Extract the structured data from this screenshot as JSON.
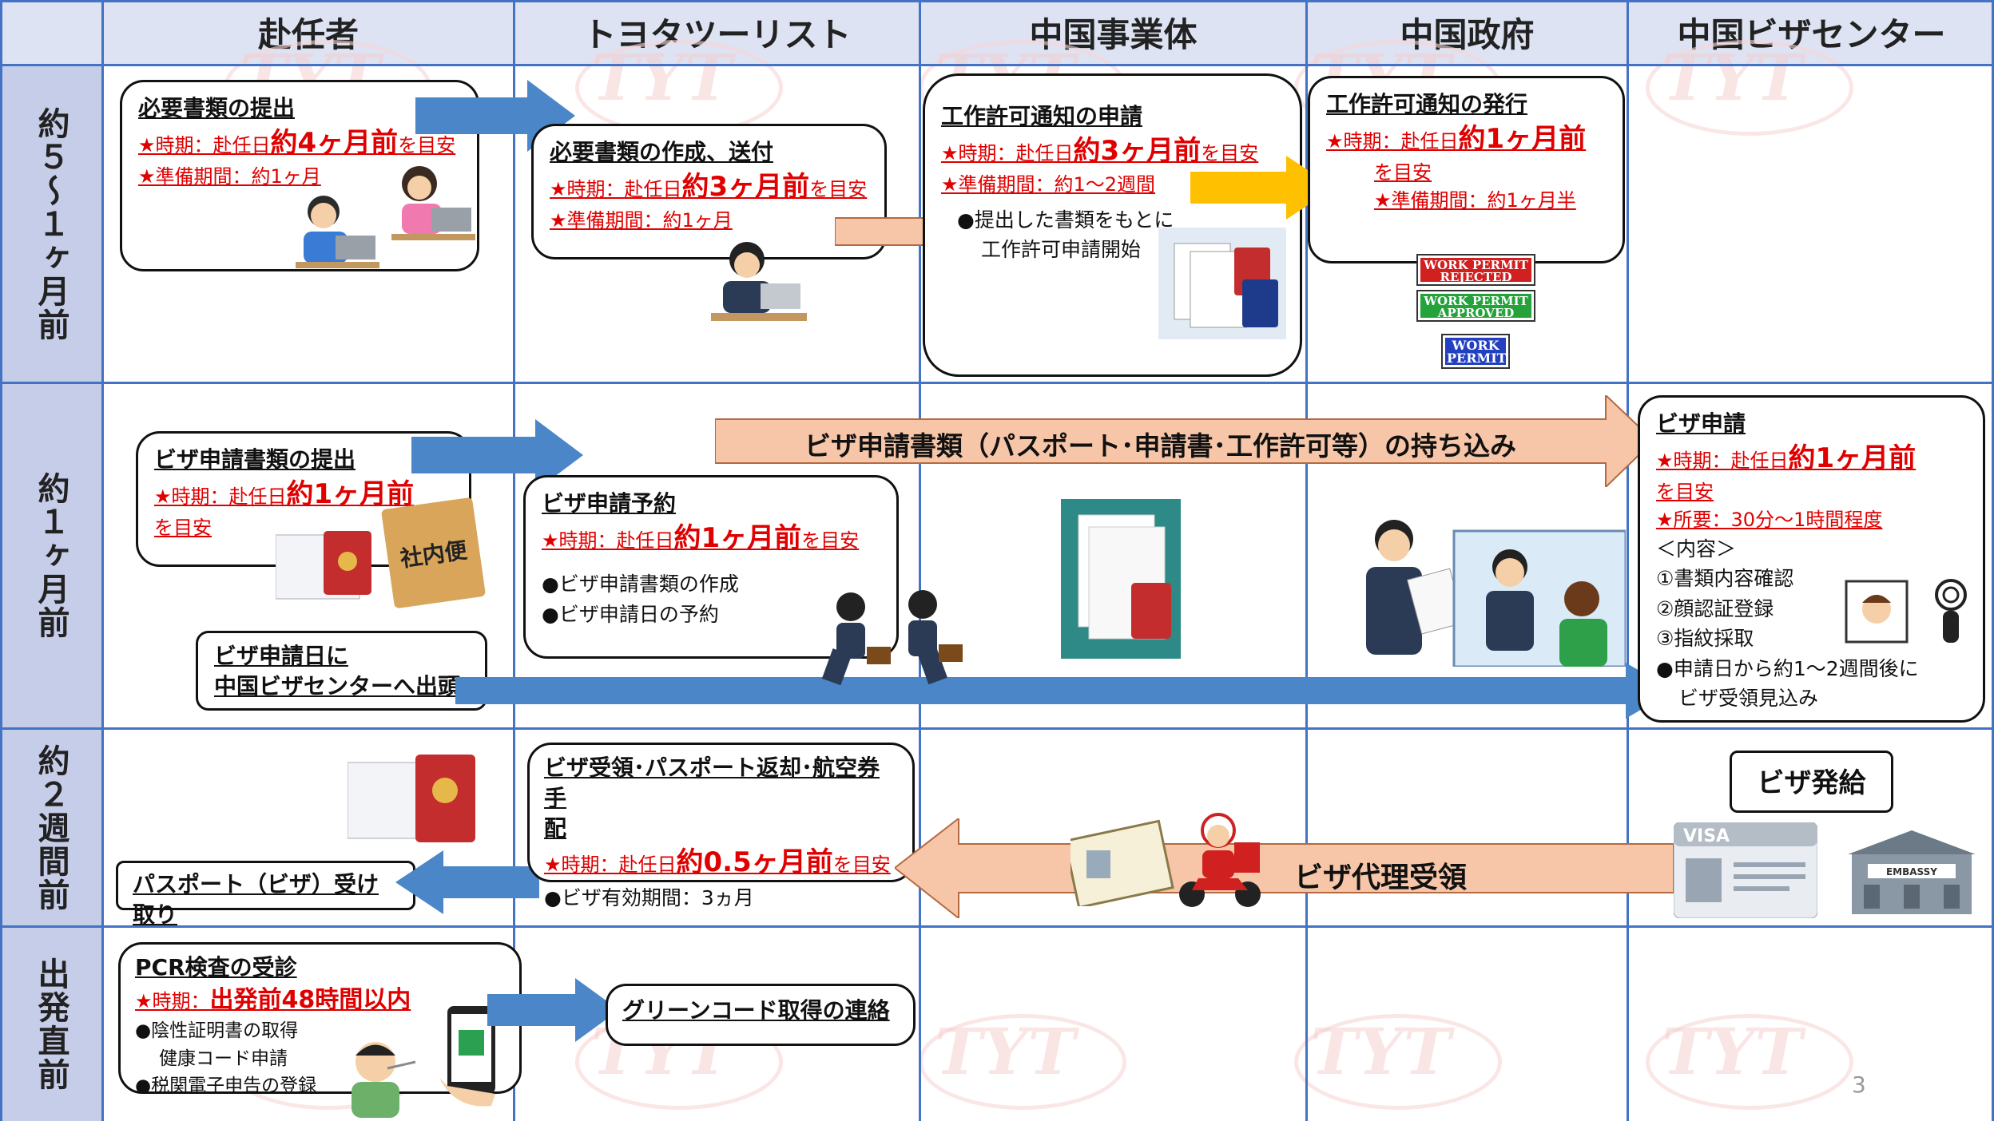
{
  "columns": [
    "赴任者",
    "トヨタツーリスト",
    "中国事業体",
    "中国政府",
    "中国ビザセンター"
  ],
  "rows": [
    "約５～１ヶ月前",
    "約１ヶ月前",
    "約２週間前",
    "出発直前"
  ],
  "watermark": "TYT",
  "row1": {
    "c1": {
      "title": "必要書類の提出",
      "l1_pre": "★時期：赴任日",
      "l1_big": "約4ヶ月前",
      "l1_post": "を目安",
      "l2": "★準備期間：約1ヶ月"
    },
    "c2": {
      "title": "必要書類の作成、送付",
      "l1_pre": "★時期：赴任日",
      "l1_big": "約3ヶ月前",
      "l1_post": "を目安",
      "l2": "★準備期間：約1ヶ月"
    },
    "c3": {
      "title": "工作許可通知の申請",
      "l1_pre": "★時期：赴任日",
      "l1_big": "約3ヶ月前",
      "l1_post": "を目安",
      "l2": "★準備期間：約1～2週間",
      "b1": "●提出した書類をもとに",
      "b2": "工作許可申請開始"
    },
    "c4": {
      "title": "工作許可通知の発行",
      "l1_pre": "★時期：赴任日",
      "l1_big": "約1ヶ月前",
      "l1_post": "を目安",
      "l2": "★準備期間：約1ヶ月半"
    },
    "stamps": [
      "WORK PERMIT REJECTED",
      "WORK PERMIT APPROVED",
      "WORK PERMIT"
    ]
  },
  "row2": {
    "c1": {
      "title": "ビザ申請書類の提出",
      "l1_pre": "★時期：赴任日",
      "l1_big": "約1ヶ月前",
      "l1_post": "を目安",
      "parcel": "社内便"
    },
    "c1b": {
      "l1": "ビザ申請日に",
      "l2": "中国ビザセンターへ出頭"
    },
    "c2": {
      "title": "ビザ申請予約",
      "l1_pre": "★時期：赴任日",
      "l1_big": "約1ヶ月前",
      "l1_post": "を目安",
      "b1": "●ビザ申請書類の作成",
      "b2": "●ビザ申請日の予約"
    },
    "banner": "ビザ申請書類（パスポート･申請書･工作許可等）の持ち込み",
    "c5": {
      "title": "ビザ申請",
      "l1_pre": "★時期：赴任日",
      "l1_big": "約1ヶ月前",
      "l1_post": "を目安",
      "l2": "★所要：30分～1時間程度",
      "c0": "＜内容＞",
      "c1": "①書類内容確認",
      "c2": "②顔認証登録",
      "c3": "③指紋採取",
      "b1": "●申請日から約1～2週間後に",
      "b2": "ビザ受領見込み"
    }
  },
  "row3": {
    "c1": {
      "title": "パスポート（ビザ）受け取り"
    },
    "c2": {
      "t1": "ビザ受領･パスポート返却･航空券手",
      "t2": "配",
      "l1_pre": "★時期：赴任日",
      "l1_big": "約0.5ヶ月前",
      "l1_post": "を目安",
      "b1": "●ビザ有効期間：3ヵ月"
    },
    "arrow": "ビザ代理受領",
    "c5": {
      "title": "ビザ発給",
      "visa": "VISA",
      "embassy": "EMBASSY"
    }
  },
  "row4": {
    "c1": {
      "title": "PCR検査の受診",
      "l1_pre": "★時期：",
      "l1_big": "出発前48時間以内",
      "b1": "●陰性証明書の取得",
      "b2": "健康コード申請",
      "b3": "●税関電子申告の登録"
    },
    "c2": {
      "title": "グリーンコード取得の連絡"
    }
  },
  "page_number": "3",
  "colors": {
    "grid": "#4472c4",
    "header_bg": "#dde3f3",
    "row_header_bg": "#c6cde8",
    "blue_arrow": "#4a86c8",
    "peach_arrow": "#f7c6a8",
    "yellow_arrow": "#ffc000",
    "red": "#e00000"
  }
}
